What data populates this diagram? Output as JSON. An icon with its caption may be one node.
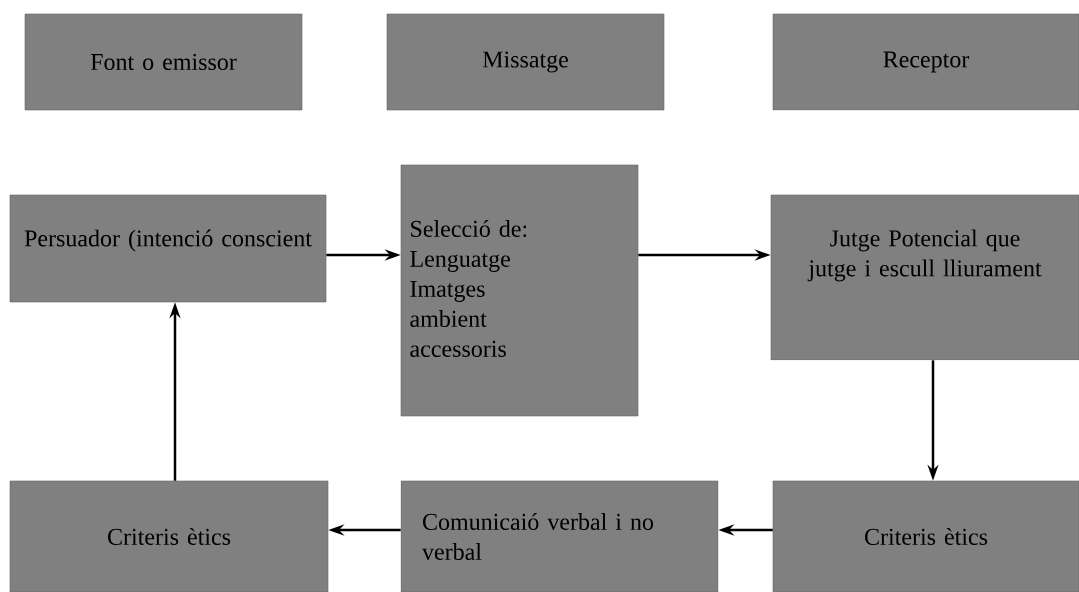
{
  "diagram": {
    "nodes": [
      {
        "text": [
          "Font o emissor"
        ]
      },
      {
        "text": [
          "Missatge"
        ]
      },
      {
        "text": [
          "Receptor"
        ]
      },
      {
        "text": [
          "Persuador (intenció conscient"
        ]
      },
      {
        "text": [
          "Selecció de:",
          "Lenguatge",
          "Imatges",
          "ambient",
          "accessoris"
        ]
      },
      {
        "text": [
          "Jutge Potencial que jutge i escull lliurament"
        ]
      },
      {
        "text": [
          "Criteris ètics"
        ]
      },
      {
        "text": [
          "Comunicaió verbal i no verbal"
        ]
      },
      {
        "text": [
          "Criteris ètics"
        ]
      }
    ],
    "edges": [
      {
        "from": 3,
        "to": 4,
        "arrow": "to"
      },
      {
        "from": 4,
        "to": 5,
        "arrow": "to"
      },
      {
        "from": 5,
        "to": 8,
        "arrow": "to"
      },
      {
        "from": 8,
        "to": 7,
        "arrow": "to"
      },
      {
        "from": 7,
        "to": 6,
        "arrow": "to"
      },
      {
        "from": 6,
        "to": 3,
        "arrow": "to"
      }
    ]
  }
}
